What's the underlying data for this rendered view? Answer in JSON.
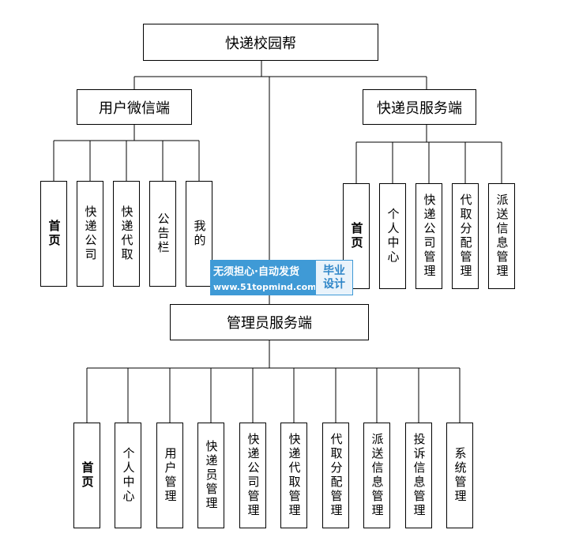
{
  "root": {
    "label": "快递校园帮"
  },
  "branches": {
    "user": {
      "label": "用户微信端",
      "children": [
        "首页",
        "快递公司",
        "快递代取",
        "公告栏",
        "我的"
      ]
    },
    "courier": {
      "label": "快递员服务端",
      "children": [
        "首页",
        "个人中心",
        "快递公司管理",
        "代取分配管理",
        "派送信息管理"
      ]
    },
    "admin": {
      "label": "管理员服务端",
      "children": [
        "首页",
        "个人中心",
        "用户管理",
        "快递员管理",
        "快递公司管理",
        "快递代取管理",
        "代取分配管理",
        "派送信息管理",
        "投诉信息管理",
        "系统管理"
      ]
    }
  },
  "watermark": {
    "line1": "无须担心·自动发货",
    "line2": "www.51topmind.com",
    "badge_line1": "毕业",
    "badge_line2": "设计"
  },
  "colors": {
    "watermark_blue": "#3f9ad6"
  }
}
